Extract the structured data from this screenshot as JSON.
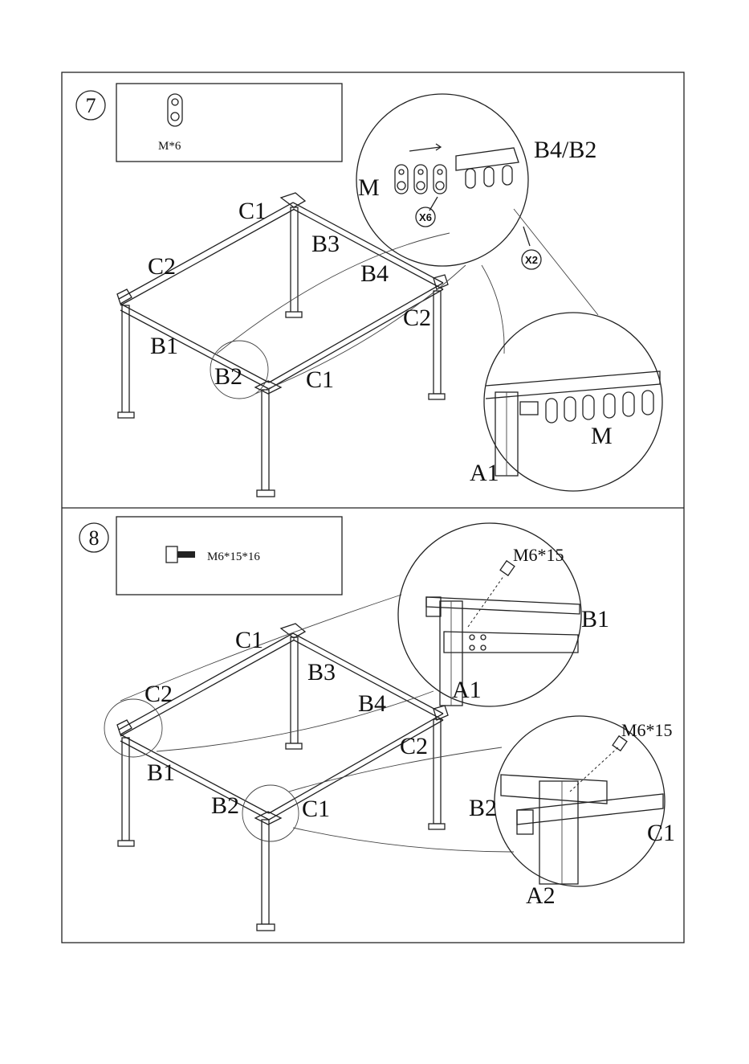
{
  "step7": {
    "number": "7",
    "part_label": "M*6",
    "labels": {
      "c1_top": "C1",
      "c2_left": "C2",
      "b3": "B3",
      "b4": "B4",
      "b1": "B1",
      "b2": "B2",
      "c2_right": "C2",
      "c1_bottom": "C1",
      "m_detail": "M",
      "b4b2": "B4/B2",
      "x6": "X6",
      "x2": "X2",
      "m_detail2": "M",
      "a1": "A1"
    }
  },
  "step8": {
    "number": "8",
    "part_label": "M6*15*16",
    "labels": {
      "c1_top": "C1",
      "c2_left": "C2",
      "b3": "B3",
      "b4": "B4",
      "b1": "B1",
      "b2": "B2",
      "c2_right": "C2",
      "c1_bottom": "C1",
      "m6_a": "M6*15",
      "b1_detail": "B1",
      "a1": "A1",
      "m6_b": "M6*15",
      "b2_detail": "B2",
      "c1_detail": "C1",
      "a2": "A2"
    }
  }
}
